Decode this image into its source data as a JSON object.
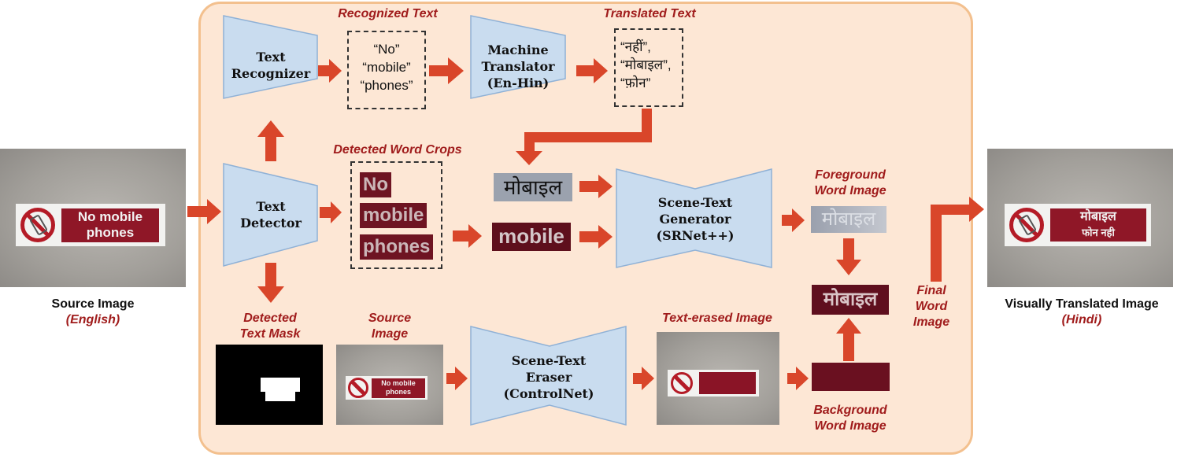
{
  "source": {
    "label": "Source Image",
    "sublabel": "(English)",
    "sign_text": "No mobile phones"
  },
  "output": {
    "label": "Visually Translated Image",
    "sublabel": "(Hindi)",
    "sign_line1": "मोबाइल",
    "sign_line2": "फोन नही"
  },
  "modules": {
    "text_recognizer": [
      "Text",
      "Recognizer"
    ],
    "text_detector": [
      "Text",
      "Detector"
    ],
    "machine_translator": [
      "Machine",
      "Translator",
      "(En-Hin)"
    ],
    "scene_text_generator": [
      "Scene-Text",
      "Generator",
      "(SRNet++)"
    ],
    "scene_text_eraser": [
      "Scene-Text",
      "Eraser",
      "(ControlNet)"
    ]
  },
  "labels": {
    "recognized_text": "Recognized Text",
    "translated_text": "Translated Text",
    "detected_word_crops": "Detected Word Crops",
    "foreground_word_image": [
      "Foreground",
      "Word Image"
    ],
    "detected_text_mask": [
      "Detected",
      "Text Mask"
    ],
    "source_image": [
      "Source",
      "Image"
    ],
    "text_erased_image": "Text-erased Image",
    "background_word_image": [
      "Background",
      "Word Image"
    ],
    "final_word_image": [
      "Final",
      "Word",
      "Image"
    ]
  },
  "recognized_words": [
    "“No”",
    "“mobile”",
    "“phones”"
  ],
  "translated_words": [
    "“नहीं”,",
    "“मोबाइल”,",
    "“फ़ोन”"
  ],
  "word_crops": [
    "No",
    "mobile",
    "phones"
  ],
  "hindi_target_word": "मोबाइल",
  "style_word": "mobile",
  "foreground_word": "मोबाइल",
  "final_word": "मोबाइल",
  "small_sign_text": [
    "No mobile",
    "phones"
  ],
  "colors": {
    "panel_fill": "#fde7d5",
    "panel_border": "#f3c08e",
    "arrow": "#d9462a",
    "module_fill": "#c9dcef",
    "module_stroke": "#8fb1d6",
    "label_red": "#a01c1c",
    "sign_red": "#8f1727"
  }
}
